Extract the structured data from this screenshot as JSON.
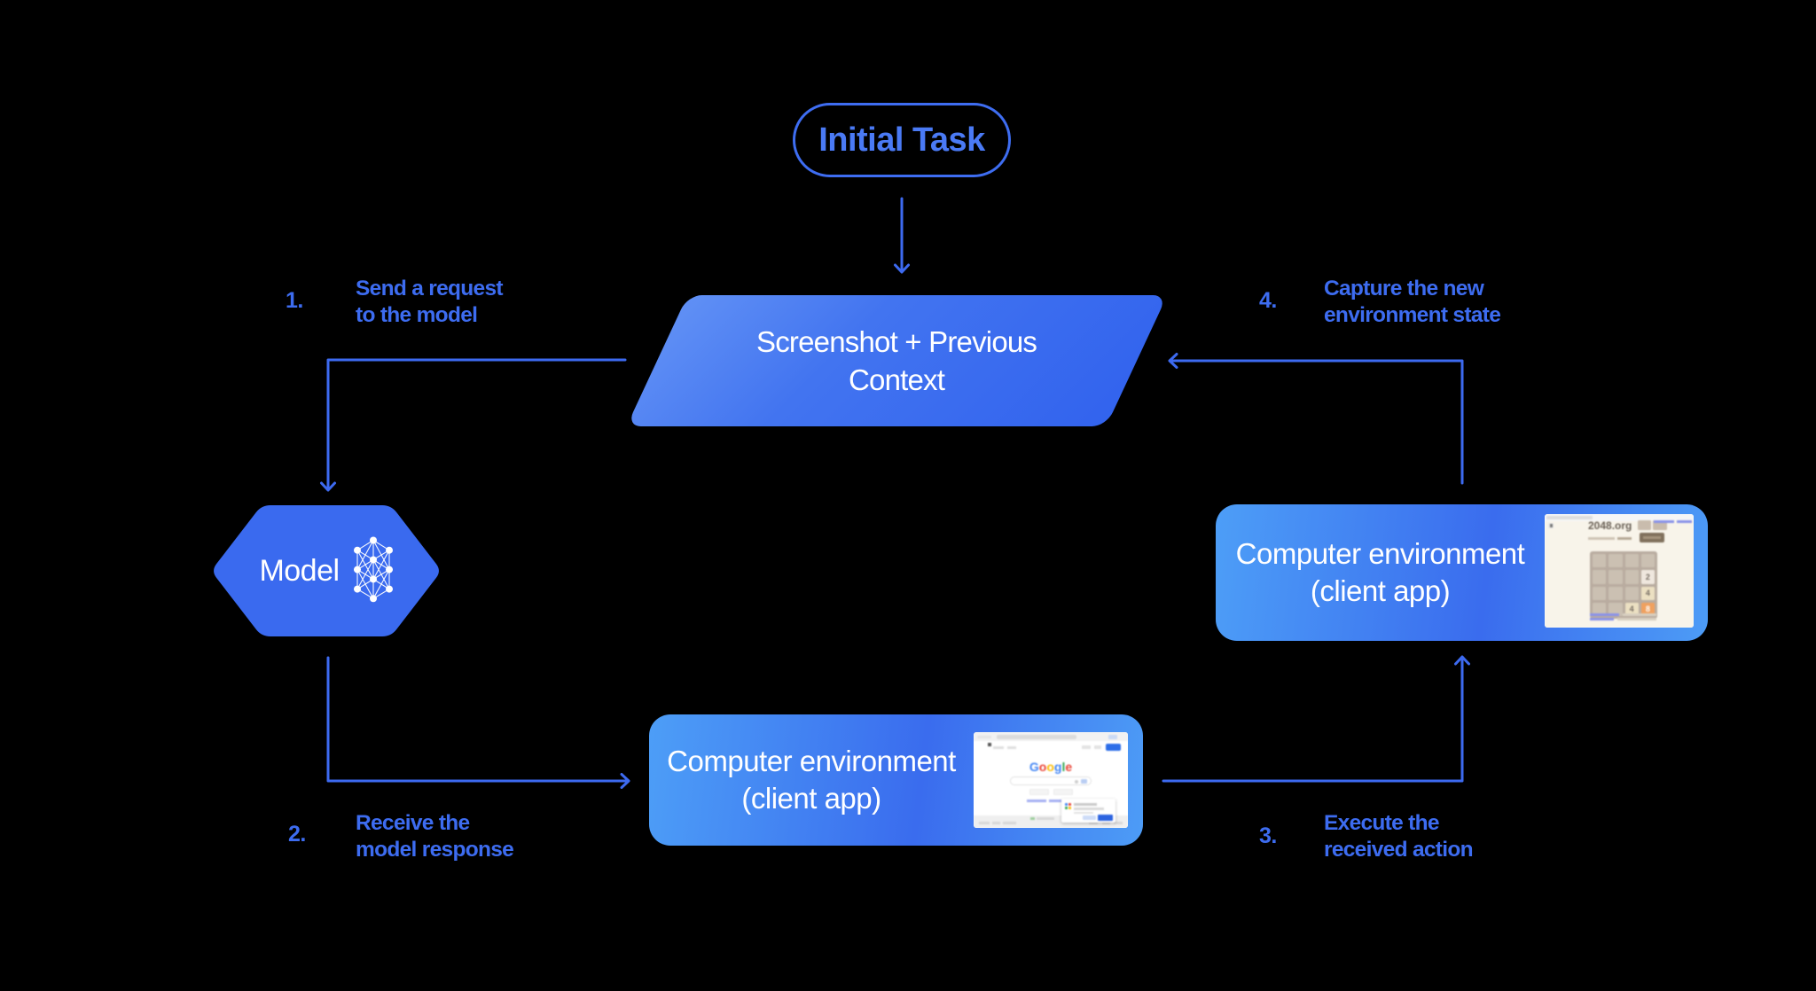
{
  "diagram": {
    "background": "#000000",
    "accent_color": "#3d6cf0",
    "nodes": {
      "initial_task": {
        "label": "Initial Task"
      },
      "screenshot_context": {
        "line1": "Screenshot + Previous",
        "line2": "Context"
      },
      "model": {
        "label": "Model",
        "icon": "neural-network-icon"
      },
      "env_bottom": {
        "line1": "Computer environment",
        "line2": "(client app)",
        "thumbnail": "google-search-screenshot"
      },
      "env_right": {
        "line1": "Computer environment",
        "line2": "(client app)",
        "thumbnail": "2048-game-screenshot"
      }
    },
    "steps": [
      {
        "number": "1.",
        "line1": "Send a request",
        "line2": "to the model"
      },
      {
        "number": "2.",
        "line1": "Receive the",
        "line2": "model response"
      },
      {
        "number": "3.",
        "line1": "Execute the",
        "line2": "received action"
      },
      {
        "number": "4.",
        "line1": "Capture the new",
        "line2": "environment state"
      }
    ],
    "colors": {
      "box_gradient_light": "#4d9ef7",
      "box_gradient_dark": "#3a6cee",
      "parallelogram_light": "#6090f5",
      "parallelogram_dark": "#3263ee",
      "hexagon_fill": "#3a6aef",
      "node_text": "#ffffff"
    },
    "screenshots": {
      "google_search": {
        "logo_letters": [
          "G",
          "o",
          "o",
          "g",
          "l",
          "e"
        ]
      },
      "game_2048": {
        "title": "2048.org",
        "tiles": [
          {
            "value": "2"
          },
          {
            "value": "4"
          },
          {
            "value": "4"
          },
          {
            "value": "8"
          }
        ]
      }
    }
  }
}
